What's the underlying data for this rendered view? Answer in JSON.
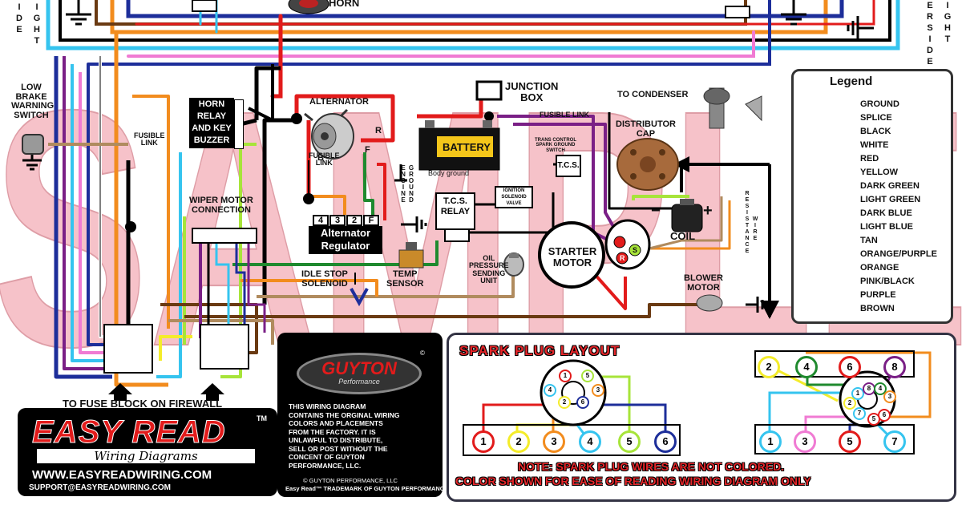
{
  "watermark": "SAMPLE",
  "labels": {
    "side_left": [
      "I",
      "D",
      "E"
    ],
    "light_left": [
      "I",
      "G",
      "H",
      "T"
    ],
    "passenger_side_right": [
      "E",
      "R",
      "S",
      "I",
      "D",
      "E"
    ],
    "light_right": [
      "I",
      "G",
      "H",
      "T"
    ],
    "horn": "HORN",
    "low_brake": [
      "LOW",
      "BRAKE",
      "WARNING",
      "SWITCH"
    ],
    "horn_relay": [
      "HORN",
      "RELAY",
      "AND KEY",
      "BUZZER"
    ],
    "fusible_link_left": [
      "FUSIBLE",
      "LINK"
    ],
    "alternator": "ALTERNATOR",
    "fusible_link_mid": [
      "FUSIBLE",
      "LINK"
    ],
    "junction_box": [
      "JUNCTION",
      "BOX"
    ],
    "fusible_link_right": "FUSIBLE LINK",
    "battery": "BATTERY",
    "engine_ground": [
      "E",
      "N",
      "G",
      "I",
      "N",
      "E"
    ],
    "ground_v": [
      "G",
      "R",
      "O",
      "U",
      "N",
      "D"
    ],
    "body_ground": "Body ground",
    "trans_control": [
      "TRANS CONTROL",
      "SPARK GROUND",
      "SWITCH"
    ],
    "tcs": "T.C.S.",
    "tcs_relay": [
      "T.C.S.",
      "RELAY"
    ],
    "ignition_solenoid": [
      "IGNITION",
      "SOLENOID",
      "VALVE"
    ],
    "wiper_motor": [
      "WIPER MOTOR",
      "CONNECTION"
    ],
    "alt_reg_terms": [
      "4",
      "3",
      "2",
      "F"
    ],
    "alt_reg": [
      "Alternator",
      "Regulator"
    ],
    "alt_r": "R",
    "alt_f": "F",
    "alt_b": "B",
    "to_condenser": "TO CONDENSER",
    "distributor_cap": [
      "DISTRIBUTOR",
      "CAP"
    ],
    "resistance_wire": [
      "R",
      "E",
      "S",
      "I",
      "S",
      "T",
      "A",
      "N",
      "C",
      "E"
    ],
    "wire_v": [
      "W",
      "I",
      "R",
      "E"
    ],
    "coil": "COIL",
    "coil_minus": "−",
    "coil_plus": "+",
    "starter_motor": [
      "STARTER",
      "MOTOR"
    ],
    "starter_s": "S",
    "starter_r": "R",
    "temp_sensor": [
      "TEMP",
      "SENSOR"
    ],
    "idle_stop": [
      "IDLE STOP",
      "SOLENOID"
    ],
    "oil_pressure": [
      "OIL",
      "PRESSURE",
      "SENDING",
      "UNIT"
    ],
    "blower_motor": [
      "BLOWER",
      "MOTOR"
    ],
    "to_fuse_block": "TO FUSE BLOCK ON FIREWALL"
  },
  "legend": {
    "title": "Legend",
    "items": [
      {
        "label": "GROUND",
        "color": "#000000",
        "kind": "ground"
      },
      {
        "label": "SPLICE",
        "color": "#000000",
        "kind": "splice"
      },
      {
        "label": "BLACK",
        "color": "#000000",
        "kind": "line"
      },
      {
        "label": "WHITE",
        "color": "#ffffff",
        "kind": "line"
      },
      {
        "label": "RED",
        "color": "#e21b1b",
        "kind": "line"
      },
      {
        "label": "YELLOW",
        "color": "#f4ec2a",
        "kind": "line"
      },
      {
        "label": "DARK GREEN",
        "color": "#1f8a2e",
        "kind": "line"
      },
      {
        "label": "LIGHT GREEN",
        "color": "#a7e43a",
        "kind": "line"
      },
      {
        "label": "DARK BLUE",
        "color": "#1d2e9a",
        "kind": "line"
      },
      {
        "label": "LIGHT BLUE",
        "color": "#35c4ef",
        "kind": "line"
      },
      {
        "label": "TAN",
        "color": "#b08b5e",
        "kind": "line"
      },
      {
        "label": "ORANGE/PURPLE",
        "color": "#f08a2a",
        "kind": "line"
      },
      {
        "label": "ORANGE",
        "color": "#f28c1e",
        "kind": "line"
      },
      {
        "label": "PINK/BLACK",
        "color": "#f07bd3",
        "kind": "line"
      },
      {
        "label": "PURPLE",
        "color": "#7a1f86",
        "kind": "line"
      },
      {
        "label": "BROWN",
        "color": "#6a3a12",
        "kind": "line"
      }
    ]
  },
  "spark": {
    "title": "SPARK PLUG LAYOUT",
    "left_bottom": [
      "1",
      "2",
      "3",
      "4",
      "5",
      "6"
    ],
    "left_cap": [
      "1",
      "5",
      "4",
      "3",
      "2",
      "6"
    ],
    "right_top": [
      "2",
      "4",
      "6",
      "8"
    ],
    "right_bottom": [
      "1",
      "3",
      "5",
      "7"
    ],
    "right_cap": [
      "1",
      "8",
      "4",
      "3",
      "6",
      "5",
      "7",
      "2"
    ],
    "note_line1": "NOTE: SPARK PLUG WIRES ARE NOT COLORED.",
    "note_line2": "COLOR SHOWN FOR EASE OF READING WIRING DIAGRAM ONLY"
  },
  "branding": {
    "easy_read": "EASY READ",
    "tm": "TM",
    "wiring_diagrams": "Wiring Diagrams",
    "website": "WWW.EASYREADWIRING.COM",
    "support": "SUPPORT@EASYREADWIRING.COM",
    "guyton": "GUYTON",
    "performance": "Performance",
    "copyright_mark": "©",
    "disclaimer": [
      "THIS WIRING DIAGRAM",
      "CONTAINS THE ORGINAL WIRING",
      "COLORS AND PLACEMENTS",
      "FROM THE FACTORY. IT IS",
      "UNLAWFUL TO DISTRIBUTE,",
      "SELL OR POST WITHOUT THE",
      "CONCENT OF GUYTON",
      "PERFORMANCE, LLC."
    ],
    "copyright": "© GUYTON PERFORMANCE, LLC",
    "trademark": "Easy Read™ TRADEMARK OF GUYTON PERFORMANCE, LLC"
  },
  "colors": {
    "red": "#e21b1b",
    "black": "#000000",
    "orange": "#f28c1e",
    "lightblue": "#35c4ef",
    "darkblue": "#1d2e9a",
    "tan": "#b08b5e",
    "brown": "#6a3a12",
    "purple": "#7a1f86",
    "pink": "#f07bd3",
    "yellow": "#f4ec2a",
    "darkgreen": "#1f8a2e",
    "lightgreen": "#a7e43a",
    "watermark": "#f5b8c0"
  }
}
